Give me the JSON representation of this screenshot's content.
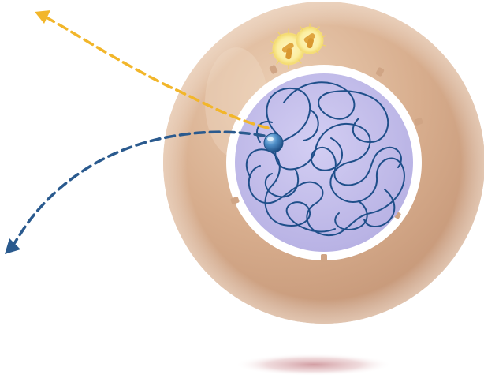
{
  "diagram": {
    "colors": {
      "background": "#ffffff",
      "cytoplasm": "#d4a98a",
      "cytoplasm_edge": "#b98f70",
      "nuclear_envelope": "#ffffff",
      "nucleoplasm": "#c5bfea",
      "chromatin": "#1f4f8a",
      "yellow_arrow": "#f2b62a",
      "blue_arrow": "#2a5a8e",
      "protein_sphere": "#3f7fb8",
      "centrosome_glow": "#fbeea0",
      "centriole": "#e0a640",
      "shadow": "#c98a90"
    },
    "elements": [
      {
        "name": "cytoplasm",
        "icon": "cell-body"
      },
      {
        "name": "nucleus",
        "icon": "nucleus"
      },
      {
        "name": "chromatin",
        "icon": "chromatin-fiber"
      },
      {
        "name": "nuclear-pore",
        "icon": "nuclear-pore",
        "count": 6
      },
      {
        "name": "centrosome",
        "icon": "centrosome-pair"
      },
      {
        "name": "export-protein",
        "icon": "protein-sphere"
      },
      {
        "name": "yellow-export-arrow",
        "icon": "dashed-arrow"
      },
      {
        "name": "blue-export-arrow",
        "icon": "dashed-arrow"
      }
    ]
  }
}
